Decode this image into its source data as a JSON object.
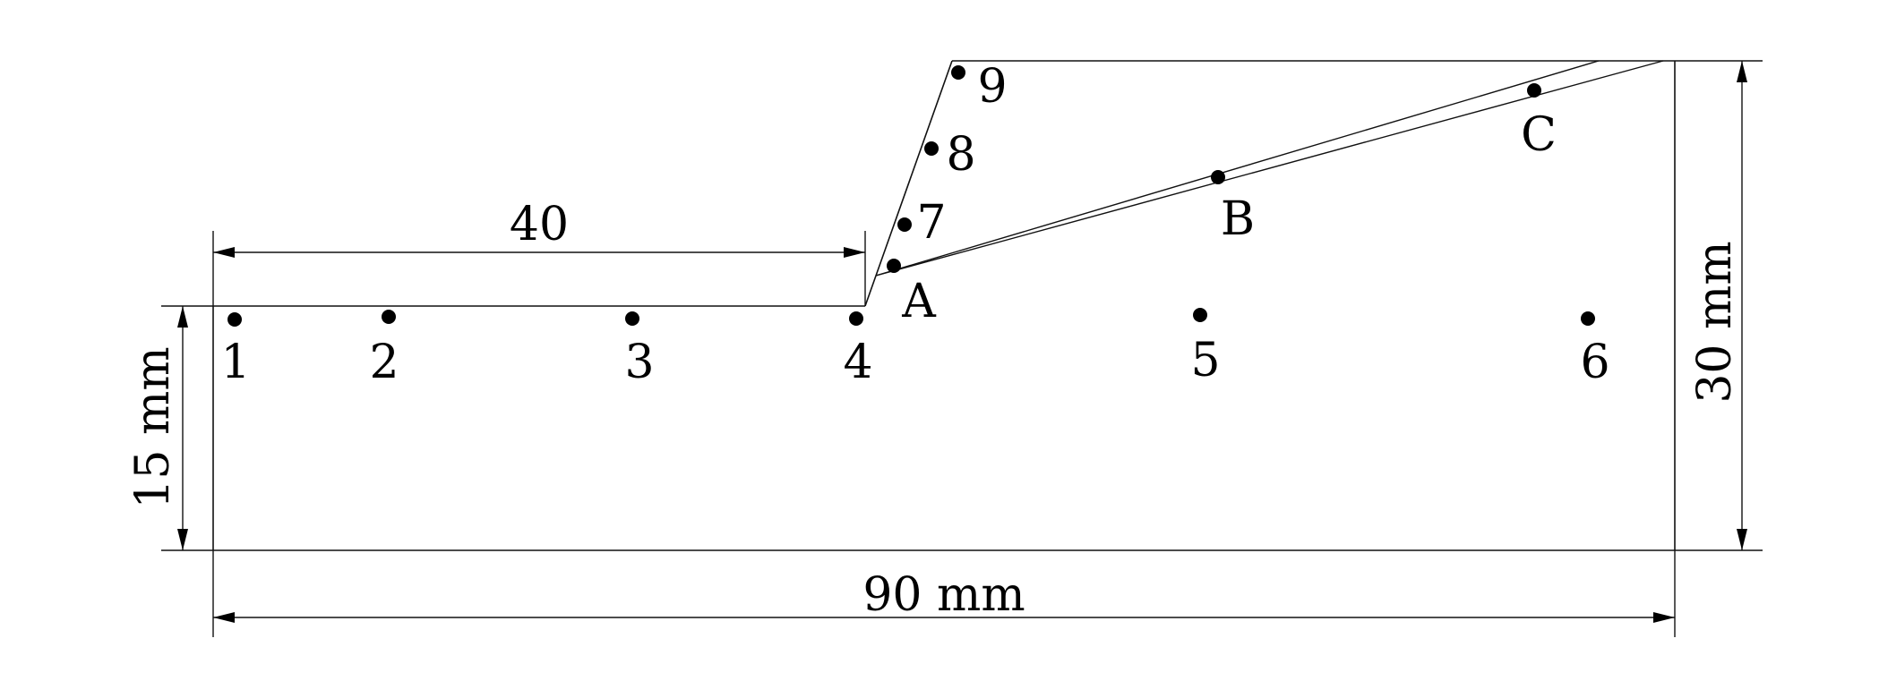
{
  "dimensions": {
    "top_width": "40",
    "total_width": "90 mm",
    "left_height": "15 mm",
    "right_height": "30 mm"
  },
  "points": [
    {
      "id": "p1",
      "label": "1"
    },
    {
      "id": "p2",
      "label": "2"
    },
    {
      "id": "p3",
      "label": "3"
    },
    {
      "id": "p4",
      "label": "4"
    },
    {
      "id": "p5",
      "label": "5"
    },
    {
      "id": "p6",
      "label": "6"
    },
    {
      "id": "p7",
      "label": "7"
    },
    {
      "id": "p8",
      "label": "8"
    },
    {
      "id": "p9",
      "label": "9"
    },
    {
      "id": "pA",
      "label": "A"
    },
    {
      "id": "pB",
      "label": "B"
    },
    {
      "id": "pC",
      "label": "C"
    }
  ],
  "colors": {
    "line": "#111111",
    "point": "#000000",
    "background": "#ffffff"
  }
}
